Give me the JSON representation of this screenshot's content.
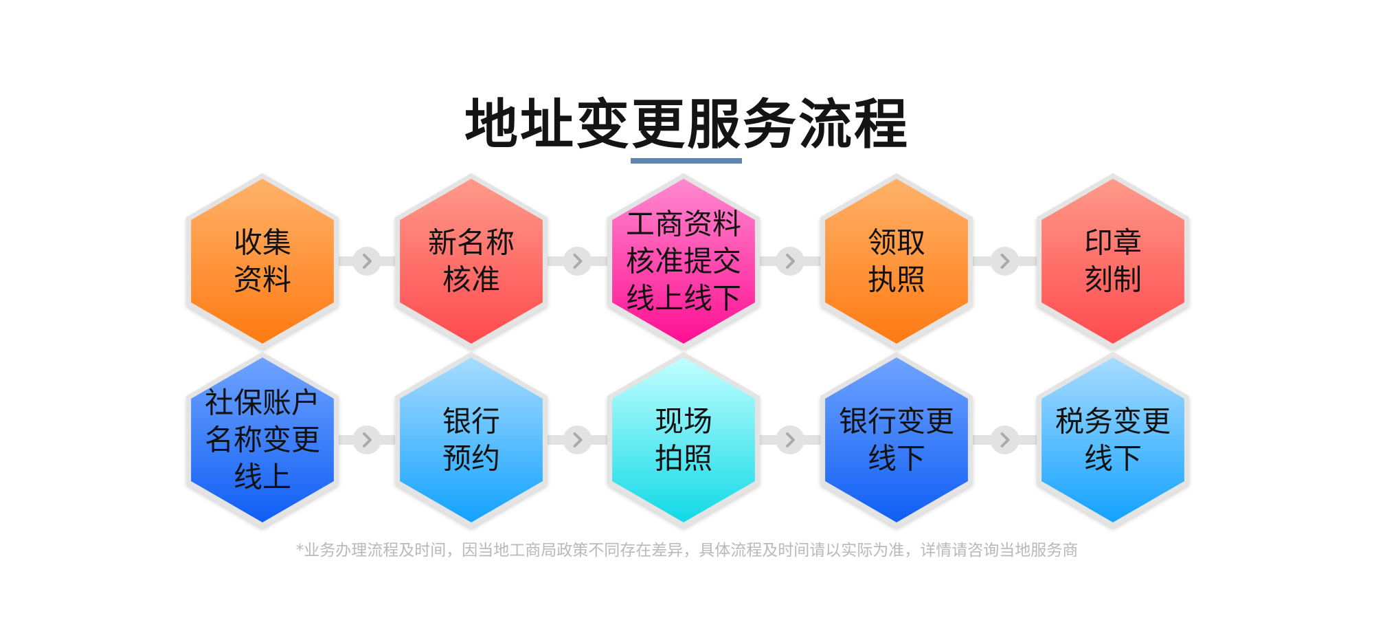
{
  "title": "地址变更服务流程",
  "footnote": "*业务办理流程及时间，因当地工商局政策不同存在差异，具体流程及时间请以实际为准，详情请咨询当地服务商",
  "rows": [
    {
      "steps": [
        {
          "id": "collect-materials",
          "lines": [
            "收集",
            "资料"
          ],
          "colors": [
            "#ffb26a",
            "#ff7a12"
          ]
        },
        {
          "id": "new-name-approval",
          "lines": [
            "新名称",
            "核准"
          ],
          "colors": [
            "#ff9a8a",
            "#ff4a4e"
          ]
        },
        {
          "id": "business-info-approval-submit",
          "lines": [
            "工商资料",
            "核准提交",
            "线上线下"
          ],
          "colors": [
            "#ff8ad0",
            "#ff0f92"
          ]
        },
        {
          "id": "receive-license",
          "lines": [
            "领取",
            "执照"
          ],
          "colors": [
            "#ffb26a",
            "#ff7a12"
          ]
        },
        {
          "id": "seal-engraving",
          "lines": [
            "印章",
            "刻制"
          ],
          "colors": [
            "#ff9a8a",
            "#ff4a4e"
          ]
        }
      ]
    },
    {
      "steps": [
        {
          "id": "social-security-account-name-change",
          "lines": [
            "社保账户",
            "名称变更",
            "线上"
          ],
          "colors": [
            "#6fa3ff",
            "#0f5ef4"
          ]
        },
        {
          "id": "bank-appointment",
          "lines": [
            "银行",
            "预约"
          ],
          "colors": [
            "#a8dcff",
            "#12a2ff"
          ]
        },
        {
          "id": "onsite-photo",
          "lines": [
            "现场",
            "拍照"
          ],
          "colors": [
            "#c2ffff",
            "#11d9e6"
          ]
        },
        {
          "id": "bank-change-offline",
          "lines": [
            "银行变更",
            "线下"
          ],
          "colors": [
            "#6fa3ff",
            "#0f5ef4"
          ]
        },
        {
          "id": "tax-change-offline",
          "lines": [
            "税务变更",
            "线下"
          ],
          "colors": [
            "#a8dcff",
            "#12a2ff"
          ]
        }
      ]
    }
  ],
  "connector_color": "#e2e2e2",
  "arrow_color": "#aaaaaa",
  "accent_underline_color": "#5e86ae"
}
